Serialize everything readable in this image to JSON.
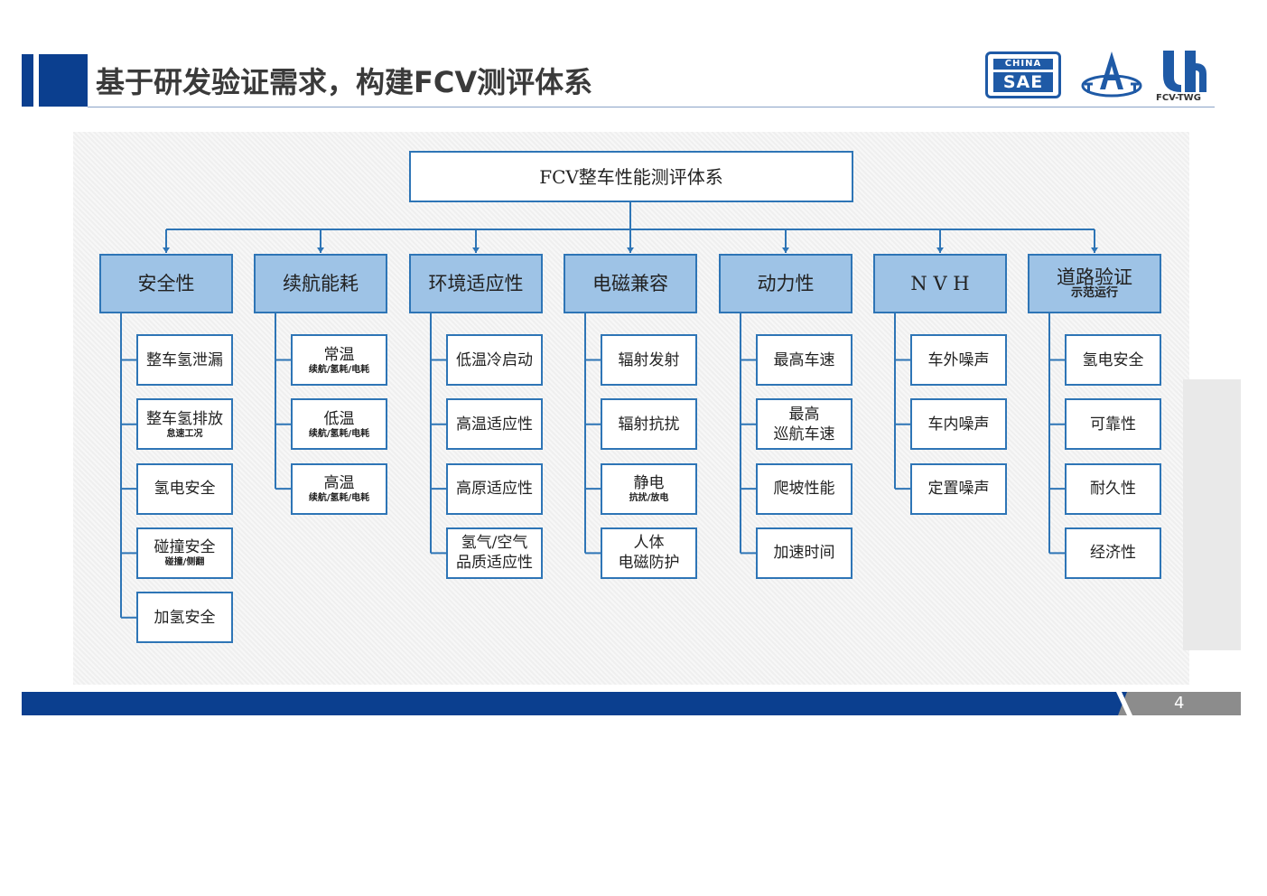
{
  "header": {
    "title": "基于研发验证需求，构建FCV测评体系",
    "logos": {
      "sae_top": "CHINA",
      "sae_bottom": "SAE",
      "fcv": "FCV-TWG"
    }
  },
  "diagram": {
    "root": "FCV整车性能测评体系",
    "categories": [
      {
        "label": "安全性",
        "sub": "",
        "items": [
          {
            "label": "整车氢泄漏",
            "sub": ""
          },
          {
            "label": "整车氢排放",
            "sub": "怠速工况"
          },
          {
            "label": "氢电安全",
            "sub": ""
          },
          {
            "label": "碰撞安全",
            "sub": "碰撞/侧翻"
          },
          {
            "label": "加氢安全",
            "sub": ""
          }
        ]
      },
      {
        "label": "续航能耗",
        "sub": "",
        "items": [
          {
            "label": "常温",
            "sub": "续航/氢耗/电耗"
          },
          {
            "label": "低温",
            "sub": "续航/氢耗/电耗"
          },
          {
            "label": "高温",
            "sub": "续航/氢耗/电耗"
          }
        ]
      },
      {
        "label": "环境适应性",
        "sub": "",
        "items": [
          {
            "label": "低温冷启动",
            "sub": ""
          },
          {
            "label": "高温适应性",
            "sub": ""
          },
          {
            "label": "高原适应性",
            "sub": ""
          },
          {
            "label": "氢气/空气 品质适应性",
            "sub": ""
          }
        ]
      },
      {
        "label": "电磁兼容",
        "sub": "",
        "items": [
          {
            "label": "辐射发射",
            "sub": ""
          },
          {
            "label": "辐射抗扰",
            "sub": ""
          },
          {
            "label": "静电",
            "sub": "抗扰/放电"
          },
          {
            "label": "人体 电磁防护",
            "sub": ""
          }
        ]
      },
      {
        "label": "动力性",
        "sub": "",
        "items": [
          {
            "label": "最高车速",
            "sub": ""
          },
          {
            "label": "最高 巡航车速",
            "sub": ""
          },
          {
            "label": "爬坡性能",
            "sub": ""
          },
          {
            "label": "加速时间",
            "sub": ""
          }
        ]
      },
      {
        "label": "N V H",
        "sub": "",
        "items": [
          {
            "label": "车外噪声",
            "sub": ""
          },
          {
            "label": "车内噪声",
            "sub": ""
          },
          {
            "label": "定置噪声",
            "sub": ""
          }
        ]
      },
      {
        "label": "道路验证",
        "sub": "示范运行",
        "items": [
          {
            "label": "氢电安全",
            "sub": ""
          },
          {
            "label": "可靠性",
            "sub": ""
          },
          {
            "label": "耐久性",
            "sub": ""
          },
          {
            "label": "经济性",
            "sub": ""
          }
        ]
      }
    ]
  },
  "footer": {
    "page_number": "4"
  },
  "colors": {
    "brand": "#0b3f8f",
    "node_border": "#2e75b6",
    "category_fill": "#9ec3e6",
    "connector": "#2e75b6"
  }
}
